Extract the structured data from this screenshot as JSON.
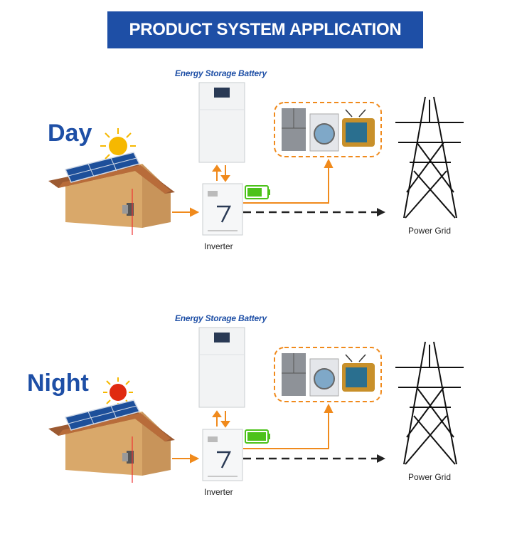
{
  "title": "PRODUCT SYSTEM APPLICATION",
  "colors": {
    "banner": "#1e4fa6",
    "accent_blue": "#1e4fa6",
    "arrow_orange": "#f08a1c",
    "battery_green": "#4cc21a",
    "sun_yellow": "#f6b800",
    "sun_red": "#e02a10"
  },
  "scenarios": [
    {
      "period": "Day",
      "battery_label": "Energy Storage Battery",
      "inverter_label": "Inverter",
      "grid_label": "Power Grid",
      "battery_level": 0.75,
      "sun_icon": "sun-icon"
    },
    {
      "period": "Night",
      "battery_label": "Energy Storage Battery",
      "inverter_label": "Inverter",
      "grid_label": "Power Grid",
      "battery_level": 1.0,
      "sun_icon": "setting-sun-icon"
    }
  ],
  "icons": [
    "solar-house-icon",
    "sun-icon",
    "setting-sun-icon",
    "battery-unit-icon",
    "inverter-icon",
    "refrigerator-icon",
    "washing-machine-icon",
    "tv-icon",
    "charge-level-icon",
    "power-tower-icon"
  ]
}
